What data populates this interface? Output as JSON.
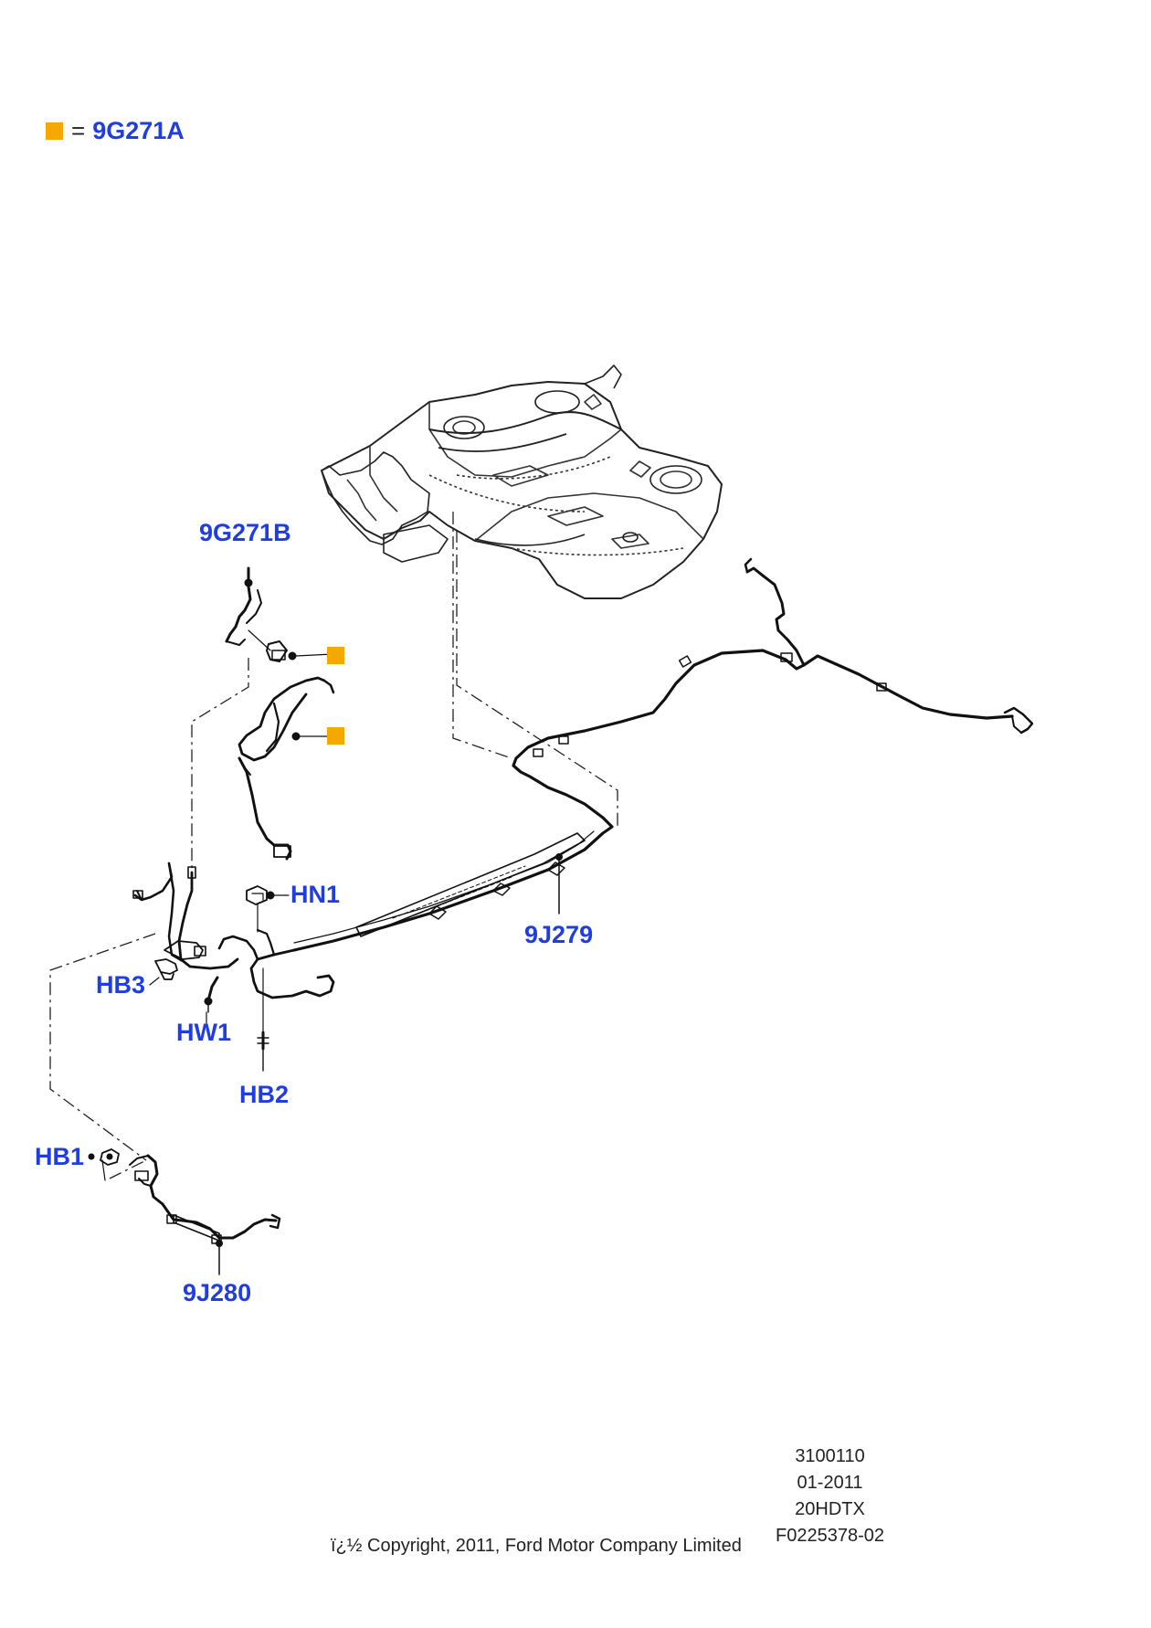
{
  "legend": {
    "equals": "=",
    "code": "9G271A",
    "swatch_color": "#f5a800"
  },
  "callouts": {
    "c9G271B": "9G271B",
    "cHN1": "HN1",
    "c9J279": "9J279",
    "cHB3": "HB3",
    "cHW1": "HW1",
    "cHB2": "HB2",
    "cHB1": "HB1",
    "c9J280": "9J280"
  },
  "meta": {
    "line1": "3100110",
    "line2": "01-2011",
    "line3": "20HDTX",
    "line4": "F0225378-02"
  },
  "copyright": "ï¿½ Copyright, 2011, Ford Motor Company Limited",
  "colors": {
    "callout_text": "#1f3de0",
    "line_art": "#111111"
  }
}
